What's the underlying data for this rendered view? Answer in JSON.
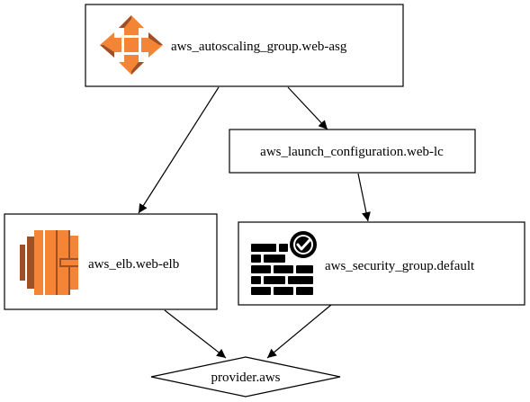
{
  "colors": {
    "node_border": "#000000",
    "edge": "#000000",
    "asg_icon": "#f58536",
    "elb_icon": "#f58536",
    "sg_icon": "#000000"
  },
  "nodes": {
    "asg": {
      "label": "aws_autoscaling_group.web-asg",
      "icon": "autoscaling-arrows-icon"
    },
    "launch_config": {
      "label": "aws_launch_configuration.web-lc"
    },
    "elb": {
      "label": "aws_elb.web-elb",
      "icon": "elb-icon"
    },
    "security_group": {
      "label": "aws_security_group.default",
      "icon": "firewall-check-icon"
    },
    "provider": {
      "label": "provider.aws"
    }
  },
  "edges": [
    {
      "from": "aws_autoscaling_group.web-asg",
      "to": "aws_launch_configuration.web-lc"
    },
    {
      "from": "aws_autoscaling_group.web-asg",
      "to": "aws_elb.web-elb"
    },
    {
      "from": "aws_launch_configuration.web-lc",
      "to": "aws_security_group.default"
    },
    {
      "from": "aws_elb.web-elb",
      "to": "provider.aws"
    },
    {
      "from": "aws_security_group.default",
      "to": "provider.aws"
    }
  ]
}
